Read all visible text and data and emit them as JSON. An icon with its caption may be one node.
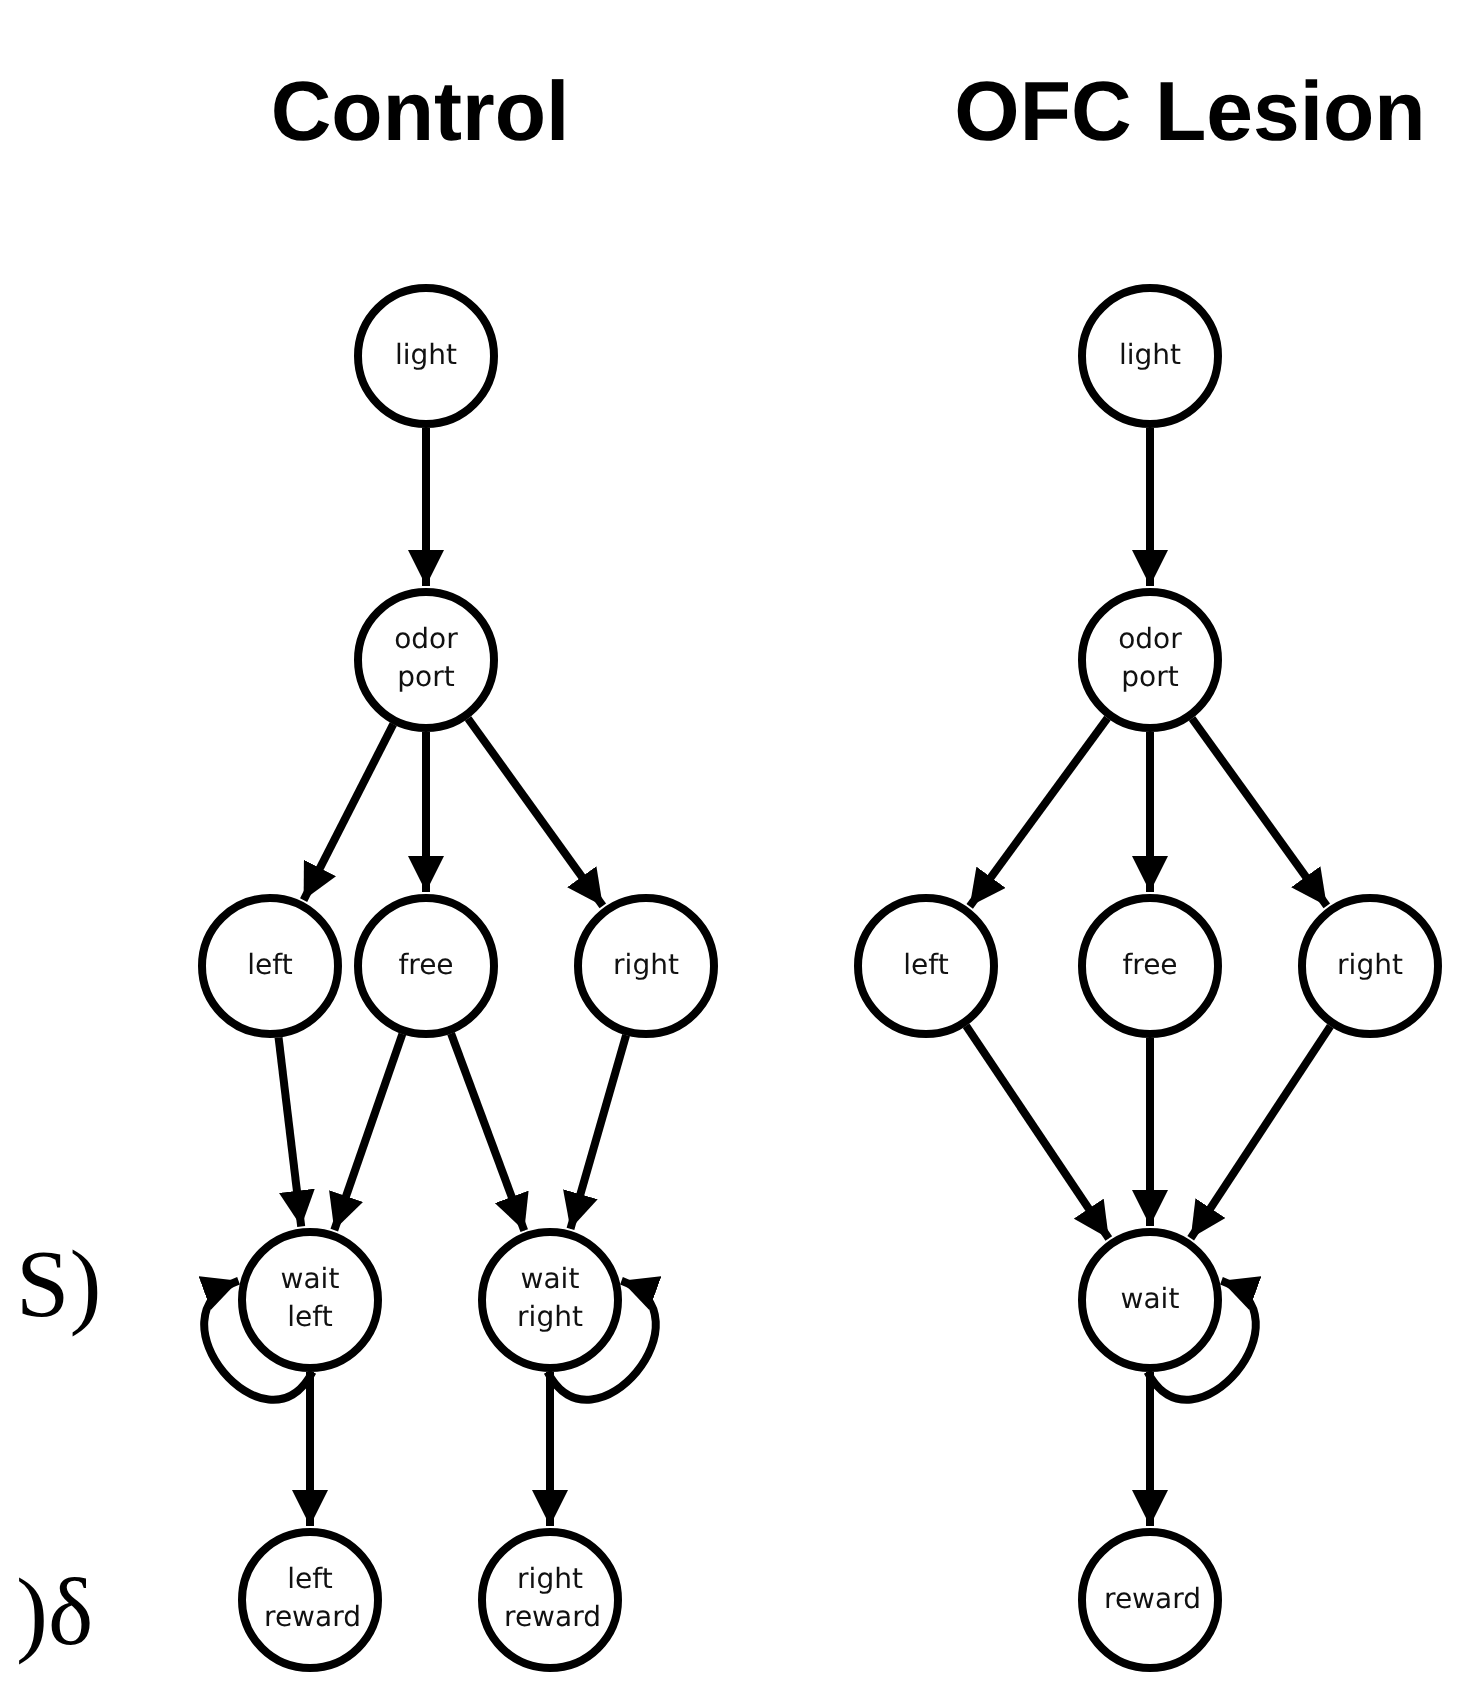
{
  "diagram": {
    "nodes": [
      {
        "text": [
          "light"
        ]
      },
      {
        "text": [
          "odor port"
        ]
      },
      {
        "text": [
          "left"
        ]
      },
      {
        "text": [
          "free"
        ]
      },
      {
        "text": [
          "right"
        ]
      },
      {
        "text": [
          "wait left"
        ]
      },
      {
        "text": [
          "wait right"
        ]
      },
      {
        "text": [
          "left reward"
        ]
      },
      {
        "text": [
          "right reward"
        ]
      },
      {
        "text": [
          "light"
        ]
      },
      {
        "text": [
          "odor port"
        ]
      },
      {
        "text": [
          "left"
        ]
      },
      {
        "text": [
          "free"
        ]
      },
      {
        "text": [
          "right"
        ]
      },
      {
        "text": [
          "wait"
        ]
      },
      {
        "text": [
          "reward"
        ]
      }
    ],
    "edges": [
      {
        "from": 0,
        "to": 1,
        "arrow": "to"
      },
      {
        "from": 1,
        "to": 2,
        "arrow": "to"
      },
      {
        "from": 1,
        "to": 3,
        "arrow": "to"
      },
      {
        "from": 1,
        "to": 4,
        "arrow": "to"
      },
      {
        "from": 2,
        "to": 5,
        "arrow": "to"
      },
      {
        "from": 3,
        "to": 5,
        "arrow": "to"
      },
      {
        "from": 3,
        "to": 6,
        "arrow": "to"
      },
      {
        "from": 4,
        "to": 6,
        "arrow": "to"
      },
      {
        "from": 5,
        "to": 5,
        "arrow": "to"
      },
      {
        "from": 6,
        "to": 6,
        "arrow": "to"
      },
      {
        "from": 5,
        "to": 7,
        "arrow": "to"
      },
      {
        "from": 6,
        "to": 8,
        "arrow": "to"
      },
      {
        "from": 9,
        "to": 10,
        "arrow": "to"
      },
      {
        "from": 10,
        "to": 11,
        "arrow": "to"
      },
      {
        "from": 10,
        "to": 12,
        "arrow": "to"
      },
      {
        "from": 10,
        "to": 13,
        "arrow": "to"
      },
      {
        "from": 11,
        "to": 14,
        "arrow": "to"
      },
      {
        "from": 12,
        "to": 14,
        "arrow": "to"
      },
      {
        "from": 13,
        "to": 14,
        "arrow": "to"
      },
      {
        "from": 14,
        "to": 14,
        "arrow": "to"
      },
      {
        "from": 14,
        "to": 15,
        "arrow": "to"
      }
    ],
    "labels": [
      "Control",
      "OFC Lesion",
      "S)",
      ")δ"
    ]
  }
}
